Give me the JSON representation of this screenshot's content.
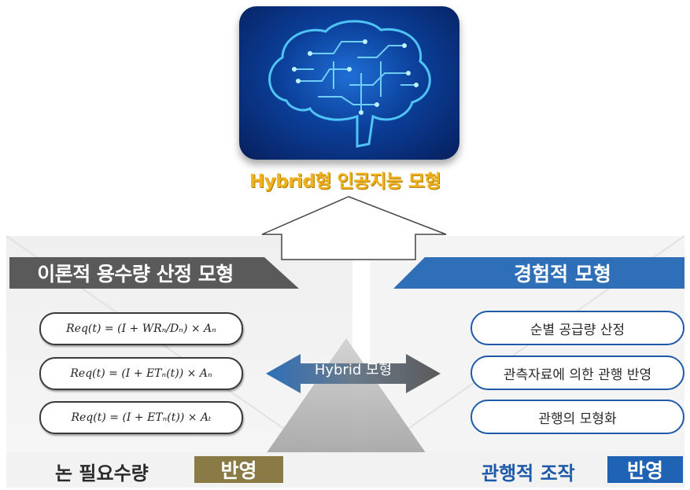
{
  "top": {
    "title": "Hybrid형 인공지능 모형"
  },
  "left": {
    "banner": "이론적 용수량 산정 모형",
    "formulas": [
      "Req(t) = (I + WRₙ/Dₙ) × Aₙ",
      "Req(t) = (I + ETₙ(t)) × Aₙ",
      "Req(t) = (I + ETₙ(t)) × Aₜ"
    ],
    "bottom_label": "논 필요수량",
    "badge": "반영"
  },
  "right": {
    "banner": "경험적 모형",
    "items": [
      "순별 공급량 산정",
      "관측자료에 의한 관행 반영",
      "관행의 모형화"
    ],
    "bottom_label": "관행적 조작",
    "badge": "반영"
  },
  "center": {
    "arrow_label": "Hybrid 모형"
  },
  "colors": {
    "accent_gold": "#f0b21c",
    "left_banner": "#5a5a5a",
    "right_banner": "#2f6fb8",
    "left_badge": "#8a7a45",
    "right_badge": "#2062b4",
    "pill_border": "#1f5aa8"
  }
}
